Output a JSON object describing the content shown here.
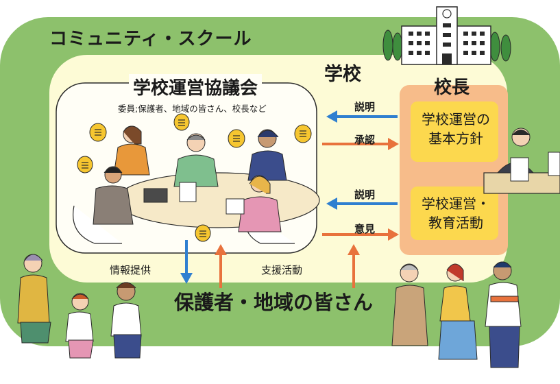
{
  "title": "コミュニティ・スクール",
  "school": "学校",
  "council": {
    "title": "学校運営協議会",
    "members": "委員;保護者、地域の皆さん、校長など"
  },
  "principal": {
    "title": "校長",
    "policy": "学校運営の基本方針",
    "activities": "学校運営・教育活動"
  },
  "arrows": {
    "explain_1": "説明",
    "approve": "承認",
    "explain_2": "説明",
    "opinion": "意見",
    "info": "情報提供",
    "support": "支援活動"
  },
  "community": "保護者・地域の皆さん",
  "colors": {
    "outer_green": "#8dc16c",
    "inner_cream": "#fdfbd6",
    "principal_box": "#f7bc8a",
    "yellow_box": "#fcd84e",
    "arrow_blue": "#2f7fd0",
    "arrow_orange": "#e8723c"
  },
  "icons": [
    "school-building-icon",
    "tree-icon",
    "speech-bubble-icon",
    "laptop-icon",
    "podium-icon"
  ]
}
